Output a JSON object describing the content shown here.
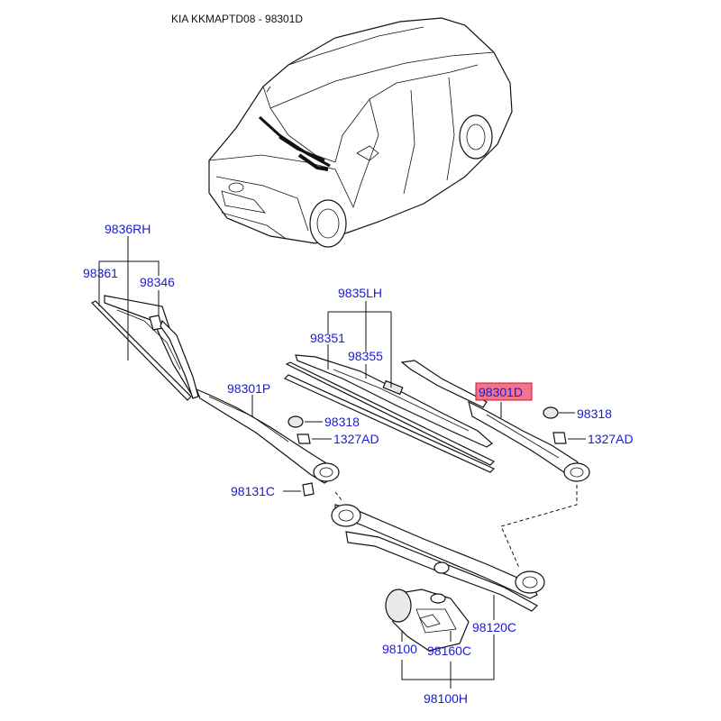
{
  "header": {
    "title": "KIA KKMAPTD08 - 98301D"
  },
  "colors": {
    "label": "#1a1ad8",
    "highlight_fill": "#f4738a",
    "highlight_border": "#d0102e",
    "line": "#111111"
  },
  "labels": {
    "wiper_blade_rh_assy": "9836RH",
    "wiper_blade_rh": "98361",
    "refill_rh": "98346",
    "wiper_blade_lh_assy": "9835LH",
    "blade_lh_a": "98351",
    "blade_lh_b": "98355",
    "arm_passenger": "98301P",
    "arm_driver": "98301D",
    "cap_left": "98318",
    "cap_right": "98318",
    "nut_left": "1327AD",
    "nut_right": "1327AD",
    "pivot_cap": "98131C",
    "linkage": "98120C",
    "motor": "98100",
    "crank": "98160C",
    "motor_linkage_assy": "98100H"
  },
  "selected_part": "98301D"
}
